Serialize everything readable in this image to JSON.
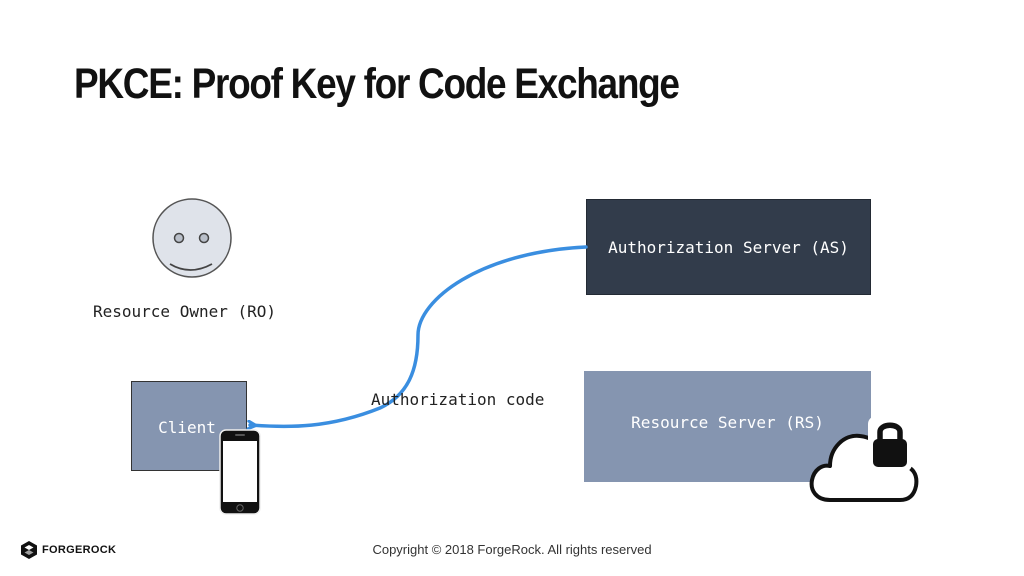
{
  "slide": {
    "title": "PKCE: Proof Key for Code Exchange"
  },
  "diagram": {
    "resource_owner_label": "Resource Owner (RO)",
    "client_label": "Client",
    "authorization_server_label": "Authorization Server (AS)",
    "resource_server_label": "Resource Server (RS)",
    "flow_label": "Authorization code"
  },
  "footer": {
    "copyright": "Copyright © 2018 ForgeRock. All rights reserved",
    "logo_text": "FORGEROCK"
  },
  "colors": {
    "authorization_server_fill": "#323c4b",
    "resource_server_fill": "#8595b0",
    "client_fill": "#8595b0",
    "arrow": "#3a8ee0",
    "smiley_fill": "#dfe3ea"
  },
  "icons": [
    "smiley-face-icon",
    "smartphone-icon",
    "cloud-lock-icon",
    "forgerock-logo-icon"
  ]
}
